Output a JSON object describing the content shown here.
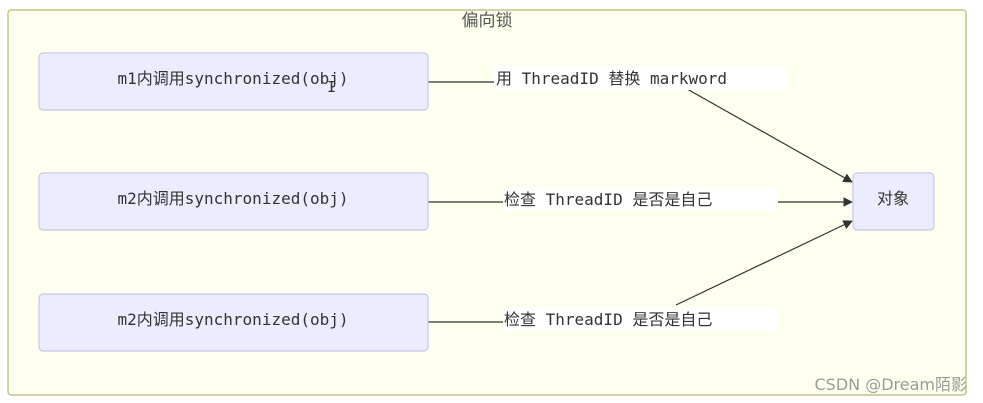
{
  "cluster": {
    "title": "偏向锁"
  },
  "nodes": [
    {
      "id": "m1",
      "label": "m1内调用synchronized(obj)"
    },
    {
      "id": "m2a",
      "label": "m2内调用synchronized(obj)"
    },
    {
      "id": "m2b",
      "label": "m2内调用synchronized(obj)"
    },
    {
      "id": "obj",
      "label": "对象"
    }
  ],
  "edges": [
    {
      "from": "m1",
      "to": "obj",
      "label": "用 ThreadID 替换 markword"
    },
    {
      "from": "m2a",
      "to": "obj",
      "label": "检查 ThreadID 是否是自己"
    },
    {
      "from": "m2b",
      "to": "obj",
      "label": "检查 ThreadID 是否是自己"
    }
  ],
  "colors": {
    "cluster_fill": "#fffff0",
    "cluster_border": "#b8b86a",
    "node_fill": "#ececff",
    "node_border": "#c6c6ee",
    "edge": "#333333"
  },
  "watermark": "CSDN @Dream陌影"
}
